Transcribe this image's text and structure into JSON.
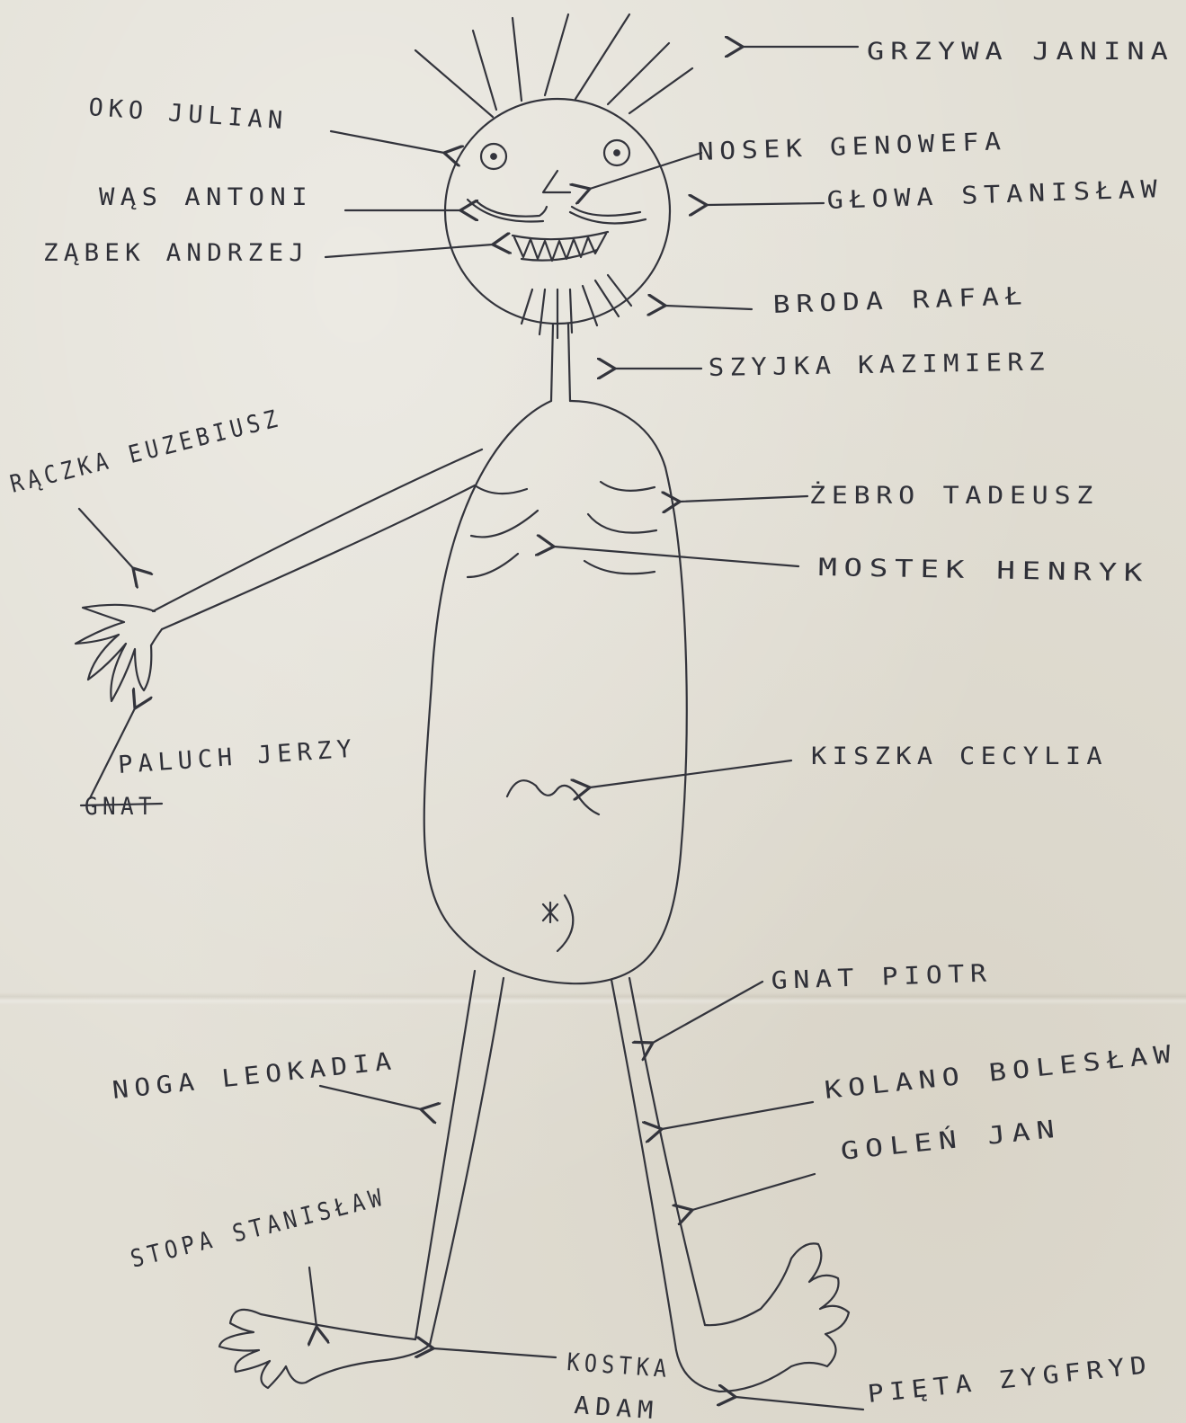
{
  "labels": {
    "grzywa": "GRZYWA JANINA",
    "oko": "OKO JULIAN",
    "nosek": "NOSEK GENOWEFA",
    "was": "WĄS ANTONI",
    "glowa": "GŁOWA STANISŁAW",
    "zabek": "ZĄBEK ANDRZEJ",
    "broda": "BRODA RAFAŁ",
    "szyjka": "SZYJKA KAZIMIERZ",
    "raczka": "RĄCZKA EUZEBIUSZ",
    "zebro": "ŻEBRO TADEUSZ",
    "mostek": "MOSTEK HENRYK",
    "paluch": "PALUCH JERZY",
    "paluch_struck": "GNAT",
    "kiszka": "KISZKA CECYLIA",
    "gnat": "GNAT PIOTR",
    "noga": "NOGA LEOKADIA",
    "kolano": "KOLANO BOLESŁAW",
    "golen": "GOLEŃ JAN",
    "stopa": "STOPA STANISŁAW",
    "kostka_line1": "KOSTKA",
    "kostka_line2": "ADAM",
    "pieta": "PIĘTA ZYGFRYD"
  }
}
